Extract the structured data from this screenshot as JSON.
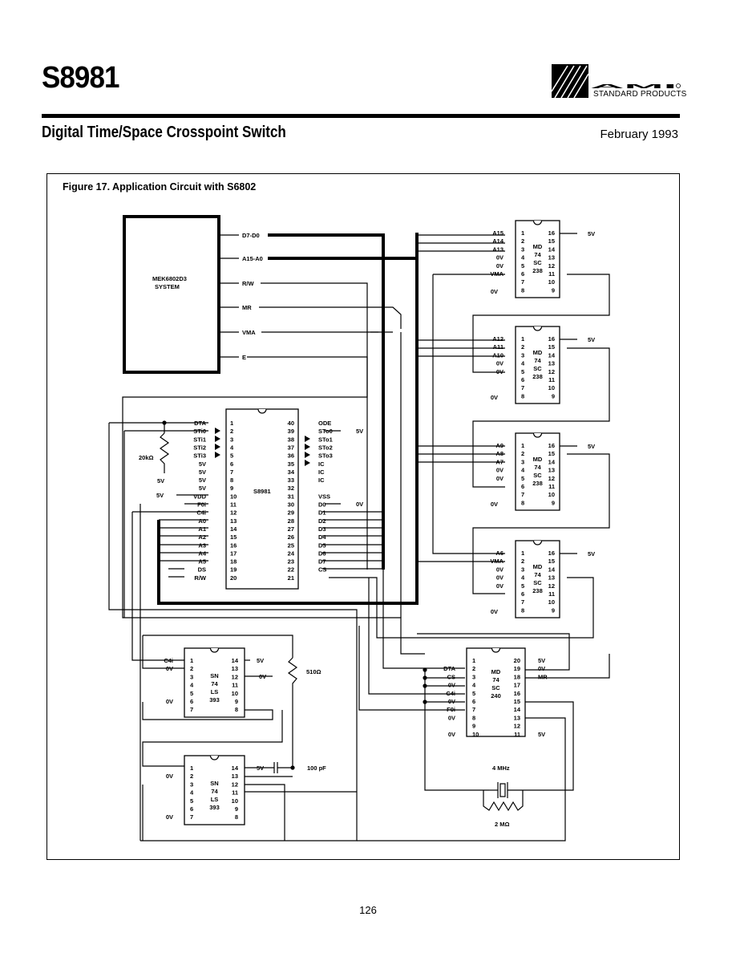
{
  "header": {
    "part_number": "S8981",
    "logo_text": "AMI",
    "logo_subtitle": "STANDARD PRODUCTS",
    "title": "Digital Time/Space Crosspoint Switch",
    "date": "February 1993"
  },
  "figure": {
    "caption": "Figure 17. Application Circuit with S6802"
  },
  "schematic": {
    "system_label_1": "MEK6802D3",
    "system_label_2": "SYSTEM",
    "cpu_signals": [
      "D7-D0",
      "A15-A0",
      "R/W",
      "MR",
      "VMA",
      "E"
    ],
    "s8981": {
      "name": "S8981",
      "left_labels": [
        "DTA",
        "STi0",
        "STi1",
        "STi2",
        "STi3",
        "5V",
        "5V",
        "5V",
        "5V",
        "VDD",
        "F0i",
        "C4i",
        "A0",
        "A1",
        "A2",
        "A3",
        "A4",
        "A5",
        "DS",
        "R/W"
      ],
      "right_labels": [
        "ODE",
        "STo0",
        "STo1",
        "STo2",
        "STo3",
        "IC",
        "IC",
        "IC",
        "",
        "VSS",
        "D0",
        "D1",
        "D2",
        "D3",
        "D4",
        "D5",
        "D6",
        "D7",
        "CS",
        ""
      ],
      "left_pins": [
        "1",
        "2",
        "3",
        "4",
        "5",
        "6",
        "7",
        "8",
        "9",
        "10",
        "11",
        "12",
        "13",
        "14",
        "15",
        "16",
        "17",
        "18",
        "19",
        "20"
      ],
      "right_pins": [
        "40",
        "39",
        "38",
        "37",
        "36",
        "35",
        "34",
        "33",
        "32",
        "31",
        "30",
        "29",
        "28",
        "27",
        "26",
        "25",
        "24",
        "23",
        "22",
        "21"
      ],
      "ode_supply": "5V",
      "vss_supply": "0V",
      "pullup_resistor": "20kΩ",
      "pullup_supply": "5V",
      "vdd_supply": "5V"
    },
    "decoders": [
      {
        "line1": "MD",
        "line2": "74",
        "line3": "SC",
        "line4": "238",
        "inputs": [
          "A15",
          "A14",
          "A13",
          "0V",
          "0V",
          "VMA",
          "",
          ""
        ],
        "pins_left": [
          "1",
          "2",
          "3",
          "4",
          "5",
          "6",
          "7",
          "8"
        ],
        "pins_right": [
          "16",
          "15",
          "14",
          "13",
          "12",
          "11",
          "10",
          "9"
        ],
        "supply": "5V",
        "ground": "0V"
      },
      {
        "line1": "MD",
        "line2": "74",
        "line3": "SC",
        "line4": "238",
        "inputs": [
          "A12",
          "A11",
          "A10",
          "0V",
          "0V",
          "",
          "",
          ""
        ],
        "pins_left": [
          "1",
          "2",
          "3",
          "4",
          "5",
          "6",
          "7",
          "8"
        ],
        "pins_right": [
          "16",
          "15",
          "14",
          "13",
          "12",
          "11",
          "10",
          "9"
        ],
        "supply": "5V",
        "ground": "0V"
      },
      {
        "line1": "MD",
        "line2": "74",
        "line3": "SC",
        "line4": "238",
        "inputs": [
          "A9",
          "A8",
          "A7",
          "0V",
          "0V",
          "",
          "",
          ""
        ],
        "pins_left": [
          "1",
          "2",
          "3",
          "4",
          "5",
          "6",
          "7",
          "8"
        ],
        "pins_right": [
          "16",
          "15",
          "14",
          "13",
          "12",
          "11",
          "10",
          "9"
        ],
        "supply": "5V",
        "ground": "0V"
      },
      {
        "line1": "MD",
        "line2": "74",
        "line3": "SC",
        "line4": "238",
        "inputs": [
          "A6",
          "VMA",
          "0V",
          "0V",
          "0V",
          "",
          "",
          ""
        ],
        "pins_left": [
          "1",
          "2",
          "3",
          "4",
          "5",
          "6",
          "7",
          "8"
        ],
        "pins_right": [
          "16",
          "15",
          "14",
          "13",
          "12",
          "11",
          "10",
          "9"
        ],
        "supply": "5V",
        "ground": "0V"
      }
    ],
    "counters": [
      {
        "line1": "SN",
        "line2": "74",
        "line3": "LS",
        "line4": "393",
        "left_labels": [
          "C4i",
          "0V",
          "",
          "",
          "",
          "0V",
          ""
        ],
        "pins_left": [
          "1",
          "2",
          "3",
          "4",
          "5",
          "6",
          "7"
        ],
        "pins_right": [
          "14",
          "13",
          "12",
          "11",
          "10",
          "9",
          "8"
        ],
        "supply": "5V",
        "right_label_12": "0V"
      },
      {
        "line1": "SN",
        "line2": "74",
        "line3": "LS",
        "line4": "393",
        "left_labels": [
          "",
          "0V",
          "",
          "",
          "",
          "",
          "0V"
        ],
        "pins_left": [
          "1",
          "2",
          "3",
          "4",
          "5",
          "6",
          "7"
        ],
        "pins_right": [
          "14",
          "13",
          "12",
          "11",
          "10",
          "9",
          "8"
        ],
        "supply": "5V"
      }
    ],
    "clock_chip": {
      "line1": "MD",
      "line2": "74",
      "line3": "SC",
      "line4": "240",
      "left_labels": [
        "",
        "DTA",
        "CS",
        "0V",
        "C4i",
        "0V",
        "F0i",
        "0V",
        "",
        "0V"
      ],
      "pins_left": [
        "1",
        "2",
        "3",
        "4",
        "5",
        "6",
        "7",
        "8",
        "9",
        "10"
      ],
      "pins_right": [
        "20",
        "19",
        "18",
        "17",
        "16",
        "15",
        "14",
        "13",
        "12",
        "11"
      ],
      "right_labels": [
        "5V",
        "0V",
        "MR",
        "",
        "",
        "",
        "",
        "",
        "",
        "5V"
      ]
    },
    "resistor_510": "510Ω",
    "capacitor": "100 pF",
    "crystal": "4 MHz",
    "resistor_2m": "2 MΩ",
    "supply_5v": "5V"
  },
  "footer": {
    "page_number": "126"
  }
}
